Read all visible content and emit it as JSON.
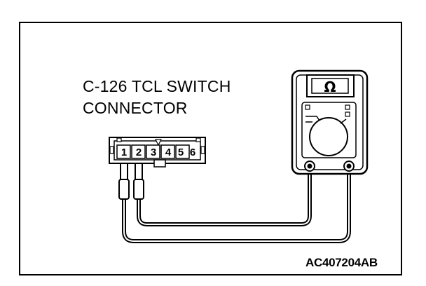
{
  "connector_label": {
    "line1": "C-126 TCL SWITCH",
    "line2": "CONNECTOR"
  },
  "connector_pins": [
    "1",
    "2",
    "3",
    "4",
    "5",
    "6"
  ],
  "meter": {
    "unit_symbol": "Ω"
  },
  "reference_code": "AC407204AB",
  "colors": {
    "line": "#000000",
    "background": "#ffffff"
  }
}
